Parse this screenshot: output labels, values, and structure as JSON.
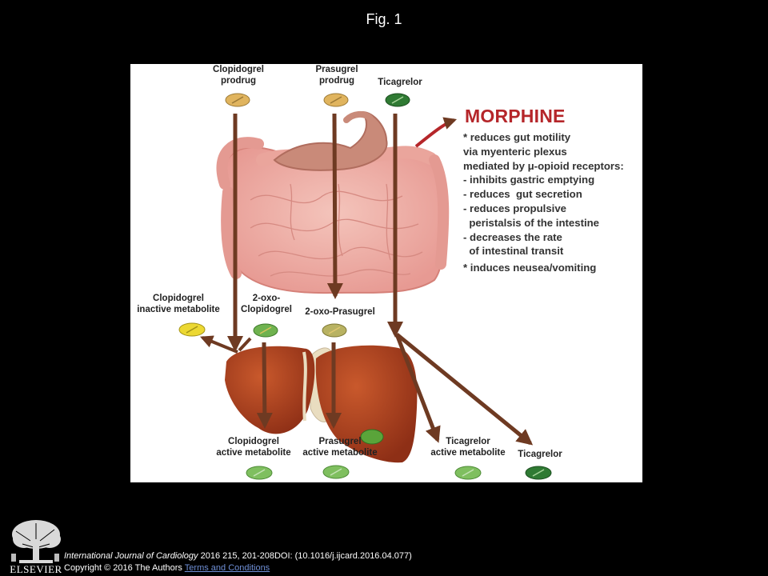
{
  "slide": {
    "title": "Fig. 1"
  },
  "labels": {
    "clopidogrel_prodrug": "Clopidogrel\nprodrug",
    "prasugrel_prodrug": "Prasugrel\nprodrug",
    "ticagrelor_top": "Ticagrelor",
    "clopidogrel_inactive": "Clopidogrel\ninactive metabolite",
    "oxo_clopidogrel": "2-oxo-\nClopidogrel",
    "oxo_prasugrel": "2-oxo-Prasugrel",
    "clopidogrel_active": "Clopidogrel\nactive metabolite",
    "prasugrel_active": "Prasugrel\nactive metabolite",
    "ticagrelor_active": "Ticagrelor\nactive metabolite",
    "ticagrelor_bottom": "Ticagrelor"
  },
  "morphine": {
    "title": "MORPHINE",
    "lines": [
      "* reduces gut motility",
      "via myenteric plexus",
      "mediated by μ-opioid receptors:",
      "- inhibits gastric emptying",
      "- reduces  gut secretion",
      "- reduces propulsive",
      "  peristalsis of the intestine",
      "- decreases the rate",
      "  of intestinal transit",
      "* induces neusea/vomiting"
    ]
  },
  "footer": {
    "journal": "International Journal of Cardiology",
    "citation": " 2016 215, 201-208DOI: (10.1016/j.ijcard.2016.04.077)",
    "copyright": "Copyright © 2016 The Authors",
    "terms_link": "Terms and Conditions"
  },
  "logo": {
    "text": "ELSEVIER"
  },
  "colors": {
    "arrow": "#6e3a22",
    "morphine_title": "#b5262a",
    "liver": "#a8401f",
    "pill_tan": "#e0b45e",
    "pill_green": "#6fb24f",
    "pill_dark_green": "#2f7a33",
    "pill_yellow": "#ecd832"
  }
}
